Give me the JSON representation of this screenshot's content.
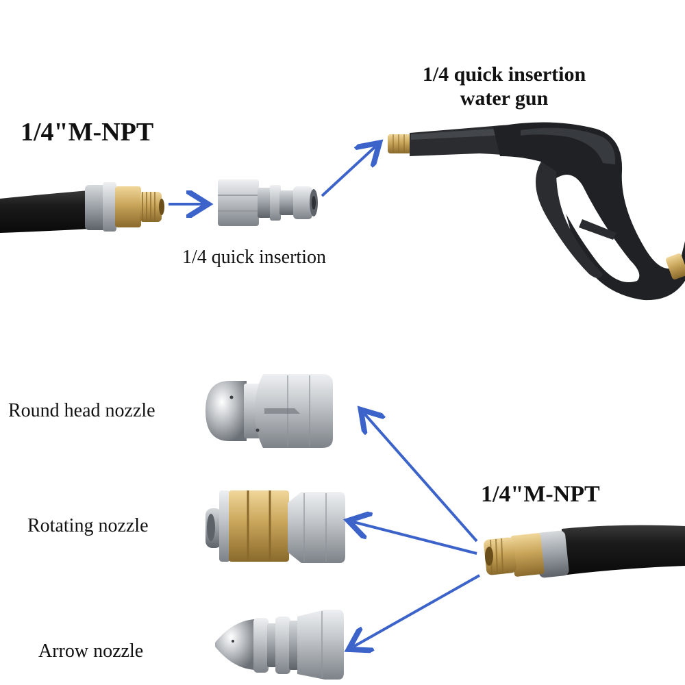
{
  "top": {
    "hose_label": "1/4\"M-NPT",
    "quick_insertion_label": "1/4 quick insertion",
    "water_gun_label_line1": "1/4 quick insertion",
    "water_gun_label_line2": "water gun"
  },
  "bottom": {
    "hose_label": "1/4\"M-NPT",
    "nozzles": [
      {
        "label": "Round head nozzle"
      },
      {
        "label": "Rotating nozzle"
      },
      {
        "label": "Arrow nozzle"
      }
    ]
  },
  "colors": {
    "arrow": "#3b63c9",
    "hose": "#1a1a1a",
    "brass": "#c9a55a",
    "steel": "#c8ccd0"
  }
}
